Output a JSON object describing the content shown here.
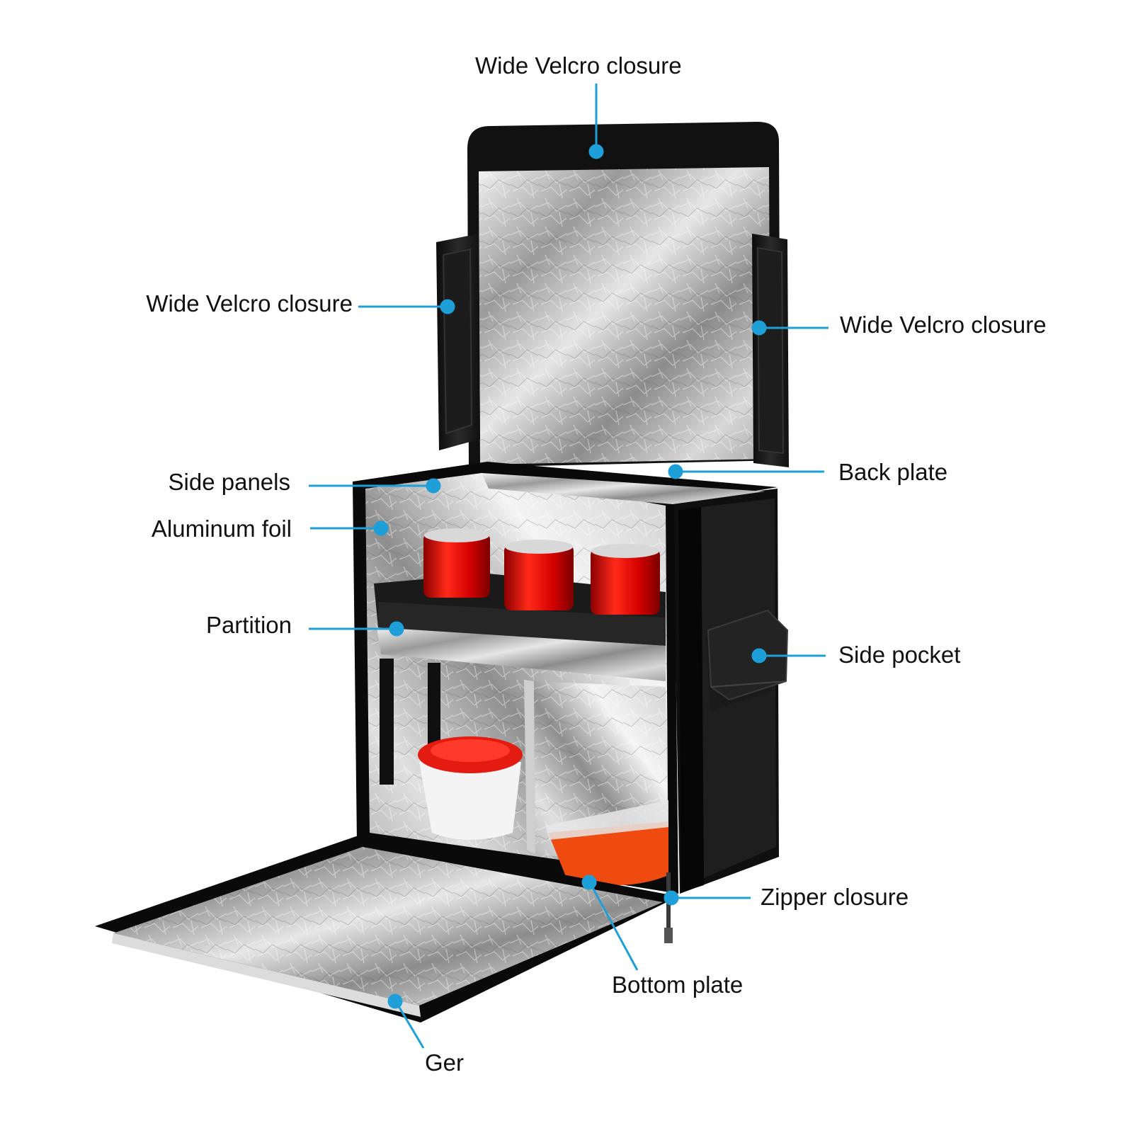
{
  "diagram": {
    "accent_color": "#1f9fd8",
    "labels": {
      "velcro_top": "Wide Velcro closure",
      "velcro_left": "Wide Velcro closure",
      "velcro_right": "Wide Velcro closure",
      "side_panels": "Side panels",
      "back_plate": "Back plate",
      "aluminum_foil": "Aluminum foil",
      "partition": "Partition",
      "side_pocket": "Side pocket",
      "zipper_closure": "Zipper closure",
      "bottom_plate": "Bottom plate",
      "ger": "Ger"
    }
  }
}
